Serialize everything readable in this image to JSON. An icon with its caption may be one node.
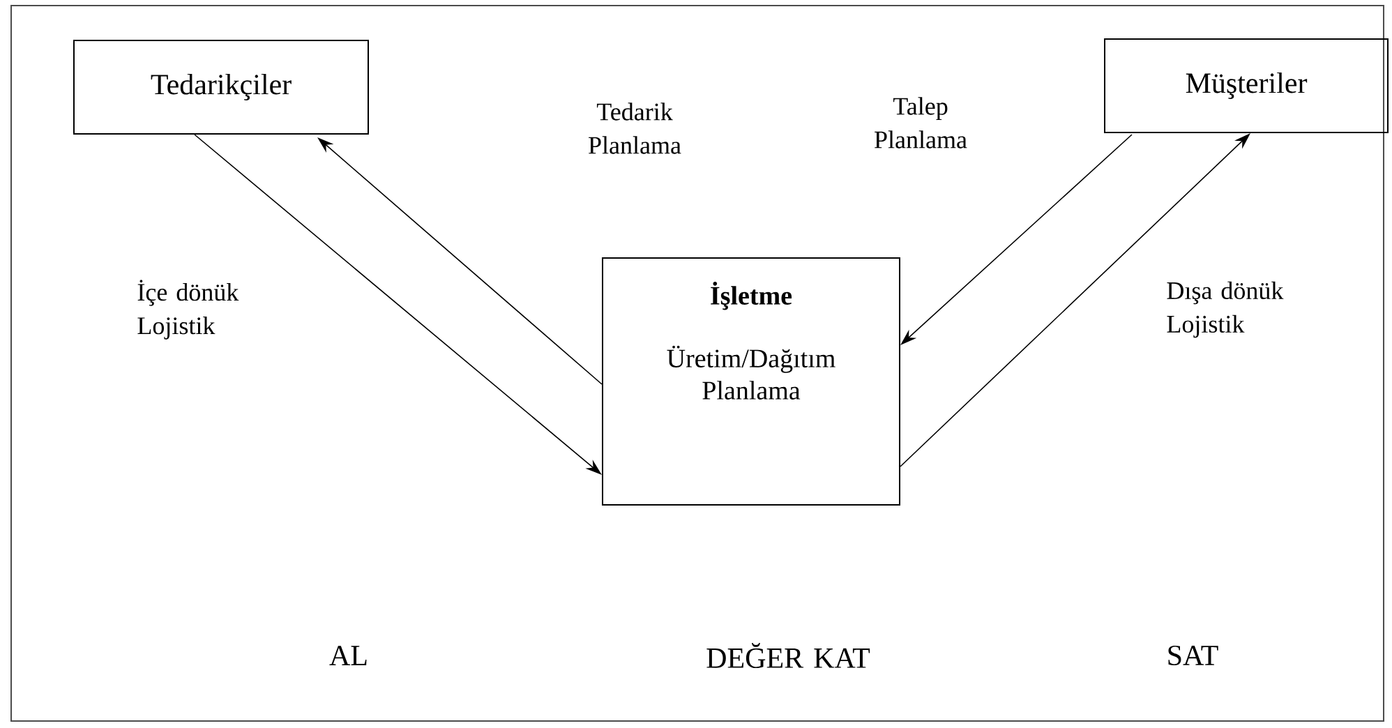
{
  "diagram": {
    "nodes": [
      {
        "text": [
          "Tedarikçiler"
        ]
      },
      {
        "text": [
          "Müşteriler"
        ]
      },
      {
        "text": [
          "İşletme",
          "Üretim/Dağıtım Planlama"
        ]
      }
    ],
    "edges": [
      {
        "from": 0,
        "to": 2,
        "arrow": "to"
      },
      {
        "from": 2,
        "to": 0,
        "arrow": "to"
      },
      {
        "from": 1,
        "to": 2,
        "arrow": "to"
      },
      {
        "from": 2,
        "to": 1,
        "arrow": "to"
      }
    ],
    "labels": [
      "Tedarik Planlama",
      "Talep Planlama",
      "İçe dönük Lojistik",
      "Dışa dönük Lojistik",
      "AL",
      "DEĞER KAT",
      "SAT"
    ]
  }
}
